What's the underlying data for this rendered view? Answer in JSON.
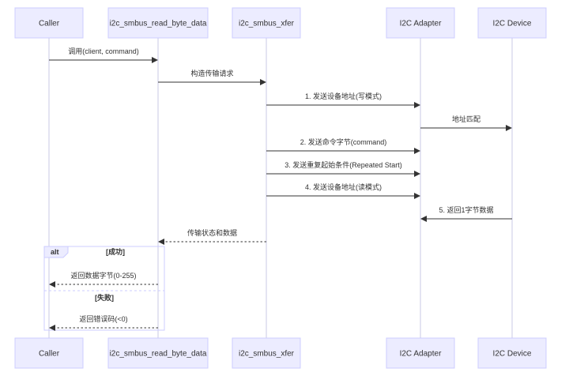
{
  "participants": [
    {
      "label": "Caller"
    },
    {
      "label": "i2c_smbus_read_byte_data"
    },
    {
      "label": "i2c_smbus_xfer"
    },
    {
      "label": "I2C Adapter"
    },
    {
      "label": "I2C Device"
    }
  ],
  "messages": [
    {
      "from": 0,
      "to": 1,
      "text": "调用(client, command)",
      "style": "solid"
    },
    {
      "from": 1,
      "to": 2,
      "text": "构造传输请求",
      "style": "solid"
    },
    {
      "from": 2,
      "to": 3,
      "text": "1. 发送设备地址(写模式)",
      "style": "solid"
    },
    {
      "from": 3,
      "to": 4,
      "text": "地址匹配",
      "style": "solid"
    },
    {
      "from": 2,
      "to": 3,
      "text": "2. 发送命令字节(command)",
      "style": "solid"
    },
    {
      "from": 2,
      "to": 3,
      "text": "3. 发送重复起始条件(Repeated Start)",
      "style": "solid"
    },
    {
      "from": 2,
      "to": 3,
      "text": "4. 发送设备地址(读模式)",
      "style": "solid"
    },
    {
      "from": 4,
      "to": 3,
      "text": "5. 返回1字节数据",
      "style": "solid"
    },
    {
      "from": 2,
      "to": 1,
      "text": "传输状态和数据",
      "style": "dotted"
    },
    {
      "from": 1,
      "to": 0,
      "text": "返回数据字节(0-255)",
      "style": "dotted"
    },
    {
      "from": 1,
      "to": 0,
      "text": "返回错误码(<0)",
      "style": "dotted"
    }
  ],
  "alt": {
    "label": "alt",
    "sections": [
      {
        "condition": "[成功]"
      },
      {
        "condition": "[失败]"
      }
    ]
  }
}
